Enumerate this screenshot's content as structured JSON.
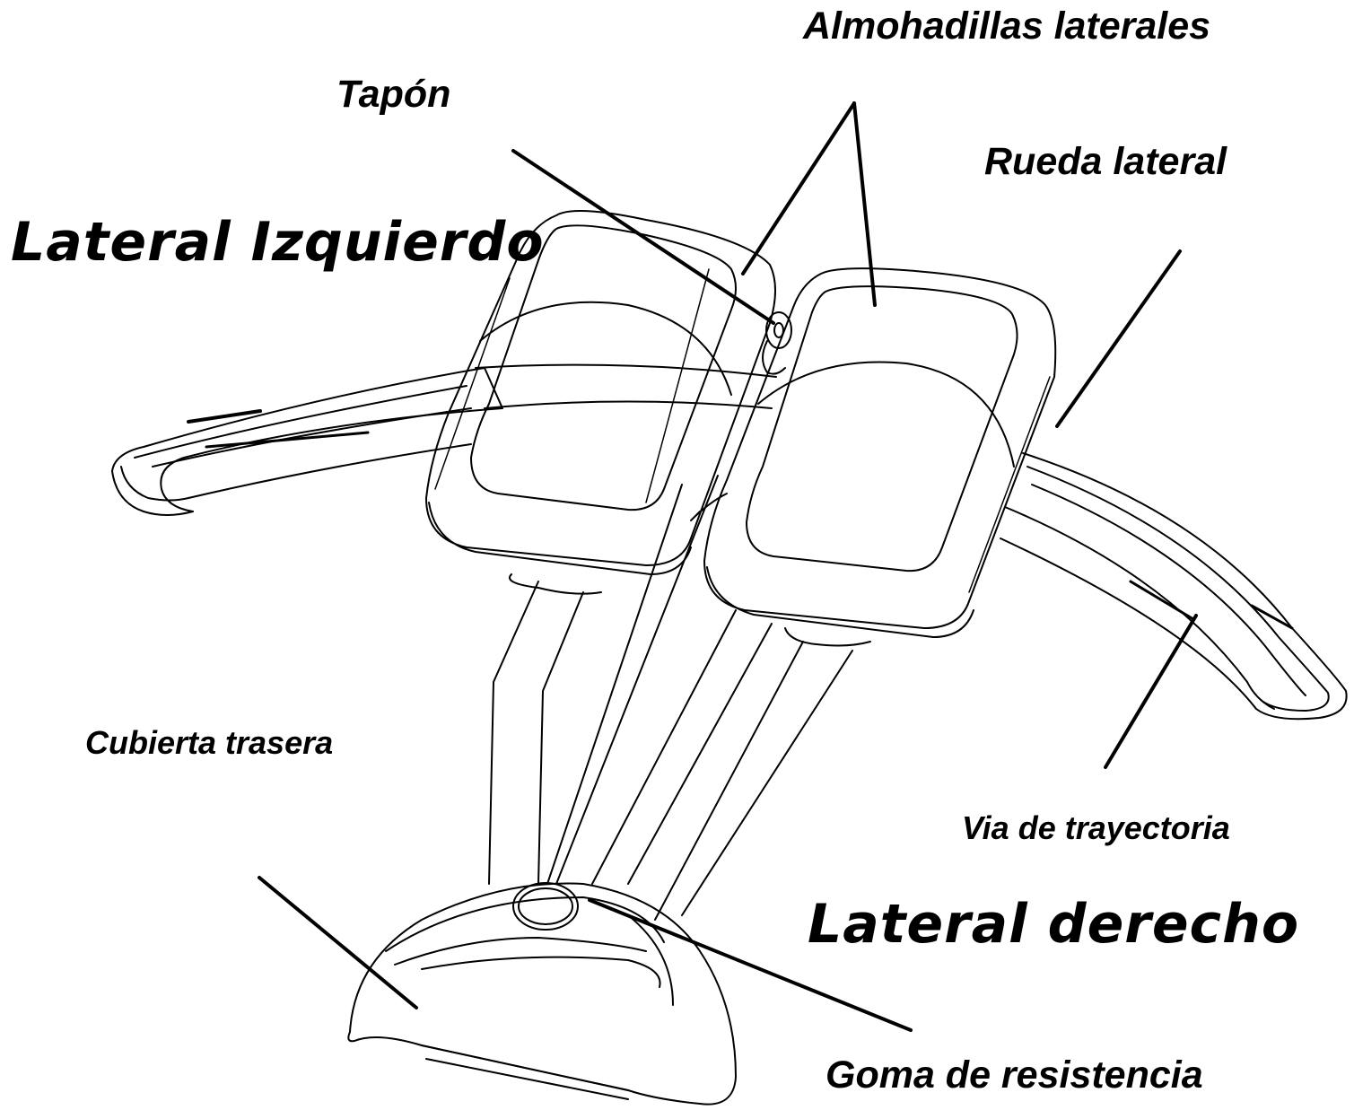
{
  "labels": {
    "almohadillas_laterales": "Almohadillas laterales",
    "tapon": "Tapón",
    "rueda_lateral": "Rueda lateral",
    "lateral_izquierdo": "Lateral Izquierdo",
    "cubierta_trasera": "Cubierta trasera",
    "via_de_trayectoria": "Via de trayectoria",
    "lateral_derecho": "Lateral derecho",
    "goma_de_resistencia": "Goma de resistencia"
  },
  "colors": {
    "ink": "#000000",
    "background": "#ffffff"
  }
}
